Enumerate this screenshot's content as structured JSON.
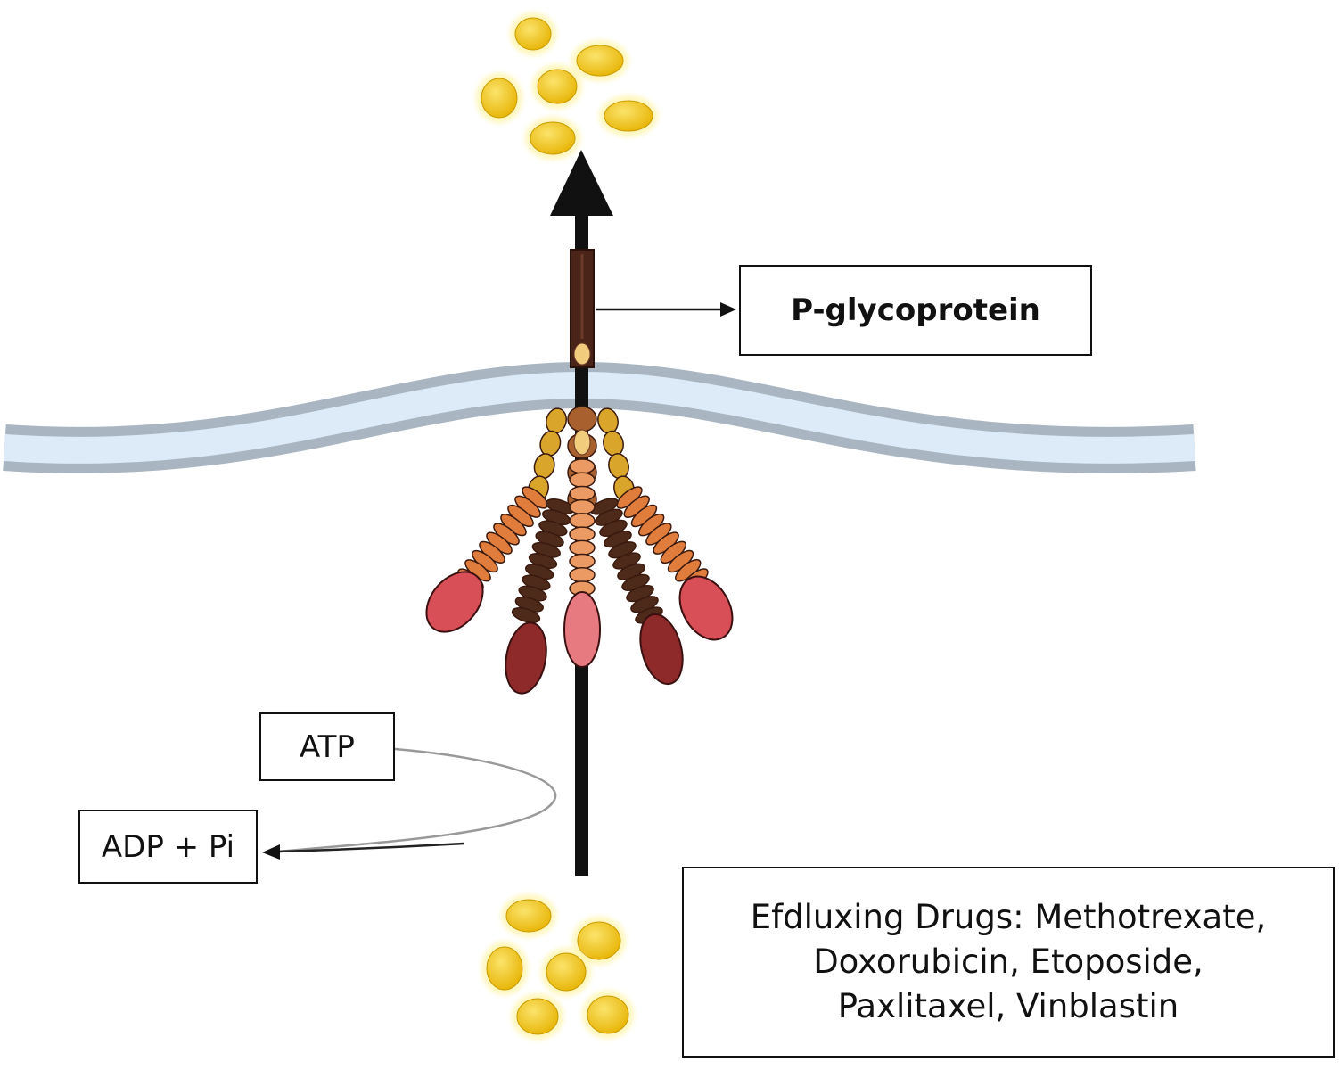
{
  "labels": {
    "protein": "P-glycoprotein",
    "atp": "ATP",
    "adp": "ADP + Pi",
    "drugs_lines": [
      "Efdluxing Drugs: Methotrexate,",
      "Doxorubicin, Etoposide,",
      "Paxlitaxel, Vinblastin"
    ]
  },
  "colors": {
    "membrane_edge": "#a9b6c1",
    "membrane_core": "#dcebf7",
    "drug": "#f2c416",
    "arrow": "#111111",
    "protein_stalk": "#4a2418",
    "bead_yellow": "#d9a52b",
    "bead_orange": "#e07c3c",
    "bead_light_orange": "#ec9a64",
    "bead_dark_brown": "#4e2a1a",
    "bead_mid_brown": "#a8602e",
    "head_red": "#d94f57",
    "head_dark_red": "#8f2a2a",
    "head_pink": "#e67a80"
  }
}
